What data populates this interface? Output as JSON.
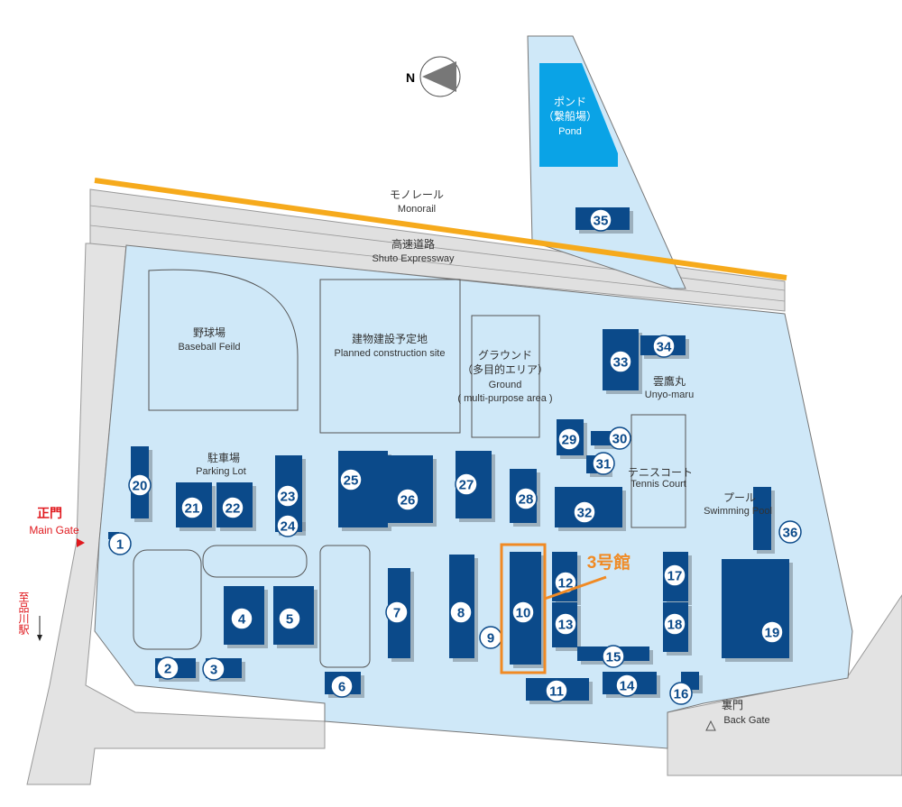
{
  "compass": {
    "label": "N"
  },
  "pond": {
    "jp": "ポンド",
    "jp2": "（繋船場）",
    "en": "Pond"
  },
  "monorail": {
    "jp": "モノレール",
    "en": "Monorail"
  },
  "expressway": {
    "jp": "高速道路",
    "en": "Shuto Expressway"
  },
  "baseball": {
    "jp": "野球場",
    "en": "Baseball Feild"
  },
  "construction": {
    "jp": "建物建設予定地",
    "en": "Planned construction site"
  },
  "ground": {
    "jp": "グラウンド",
    "jp2": "（多目的エリア）",
    "en": "Ground",
    "en2": "( multi-purpose area )"
  },
  "unyomaru": {
    "jp": "雲鷹丸",
    "en": "Unyo-maru"
  },
  "parking": {
    "jp": "駐車場",
    "en": "Parking Lot"
  },
  "tennis": {
    "jp": "テニスコート",
    "en": "Tennis Court"
  },
  "pool": {
    "jp": "プール",
    "en": "Swimming Pool"
  },
  "main_gate": {
    "jp": "正門",
    "en": "Main Gate"
  },
  "back_gate": {
    "jp": "裏門",
    "en": "Back Gate"
  },
  "station": {
    "jp": "至品川駅"
  },
  "highlight": {
    "label": "3号館",
    "color": "#f08a24"
  },
  "colors": {
    "campus": "#cfe8f8",
    "building": "#0b4a8a",
    "road": "#e3e3e3",
    "monorail": "#f6aa1c",
    "pond": "#0aa3e6",
    "gate": "#e0191e"
  },
  "buildings": [
    "1",
    "2",
    "3",
    "4",
    "5",
    "6",
    "7",
    "8",
    "9",
    "10",
    "11",
    "12",
    "13",
    "14",
    "15",
    "16",
    "17",
    "18",
    "19",
    "20",
    "21",
    "22",
    "23",
    "24",
    "25",
    "26",
    "27",
    "28",
    "29",
    "30",
    "31",
    "32",
    "33",
    "34",
    "35",
    "36"
  ]
}
